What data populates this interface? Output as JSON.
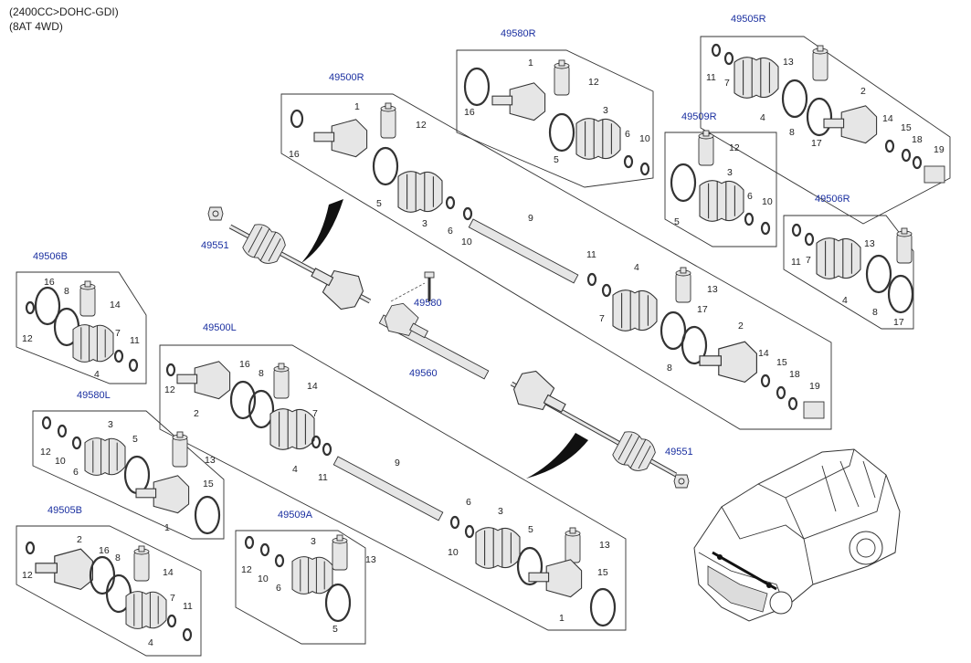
{
  "header": {
    "line1": "(2400CC>DOHC-GDI)",
    "line2": "(8AT 4WD)"
  },
  "refs": {
    "r49505R": "49505R",
    "r49580R": "49580R",
    "r49500R": "49500R",
    "r49509R": "49509R",
    "r49506R": "49506R",
    "r49506B": "49506B",
    "r49500L": "49500L",
    "r49580L": "49580L",
    "r49505B": "49505B",
    "r49509A": "49509A",
    "r49551a": "49551",
    "r49551b": "49551",
    "r49580": "49580",
    "r49560": "49560"
  },
  "callouts": {
    "n1": "1",
    "n2": "2",
    "n3": "3",
    "n4": "4",
    "n5": "5",
    "n6": "6",
    "n7": "7",
    "n8": "8",
    "n9": "9",
    "n10": "10",
    "n11": "11",
    "n12": "12",
    "n13": "13",
    "n14": "14",
    "n15": "15",
    "n16": "16",
    "n17": "17",
    "n18": "18",
    "n19": "19"
  },
  "icons": {
    "vehicle": "suv-vehicle-icon",
    "shaft": "drive-shaft-icon"
  }
}
